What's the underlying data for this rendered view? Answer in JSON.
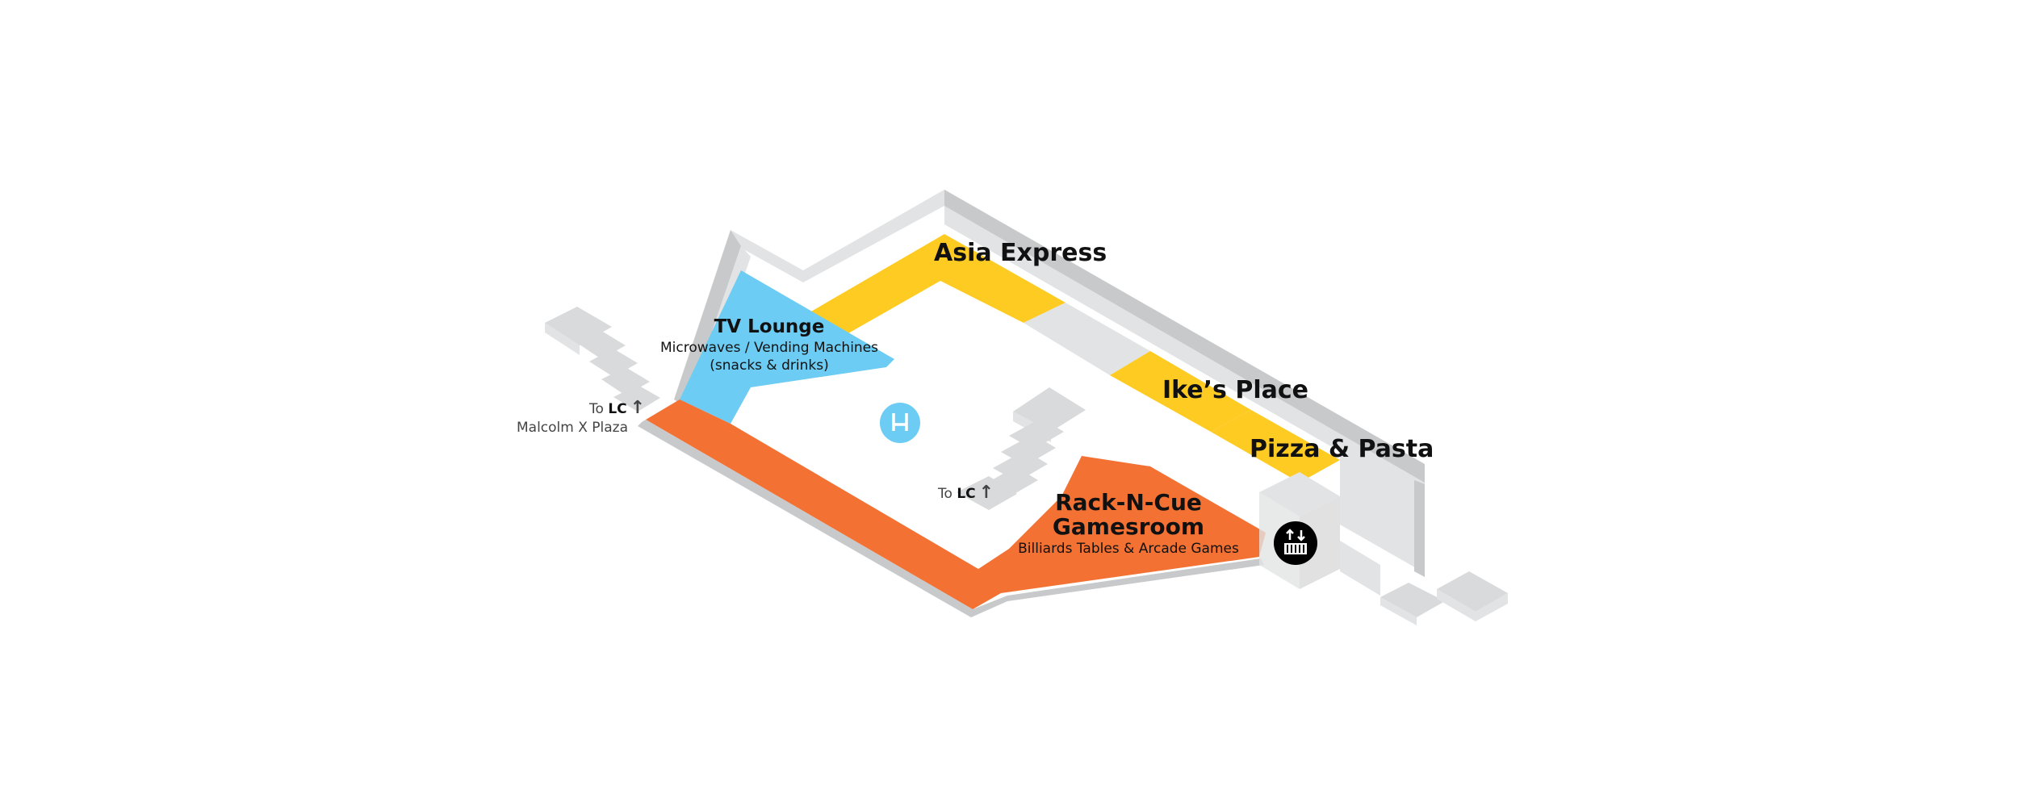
{
  "colors": {
    "food": "#FDCB22",
    "lounge": "#6CCCF3",
    "games": "#F37133",
    "wall": "#C8C9CB",
    "wall_light": "#E2E3E4",
    "floor": "#FFFFFF",
    "stairs": "#D9DADB",
    "icon_bg": "#000000",
    "seat_icon": "#6CCCF3"
  },
  "areas": {
    "asia_express": {
      "name": "Asia Express"
    },
    "ikes_place": {
      "name": "Ike’s Place"
    },
    "pizza_pasta": {
      "name": "Pizza & Pasta"
    },
    "tv_lounge": {
      "name": "TV Lounge",
      "line1": "Microwaves / Vending Machines",
      "line2": "(snacks & drinks)"
    },
    "gamesroom": {
      "name_line1": "Rack-N-Cue",
      "name_line2": "Gamesroom",
      "line": "Billiards Tables & Arcade Games"
    }
  },
  "stairs_west": {
    "to": "To ",
    "dest": "LC",
    "arrow": "↑",
    "sub": "Malcolm X Plaza"
  },
  "stairs_center": {
    "to": "To ",
    "dest": "LC",
    "arrow": "↑"
  },
  "icons": {
    "seating": "seating-icon",
    "elevator": "elevator-icon"
  }
}
